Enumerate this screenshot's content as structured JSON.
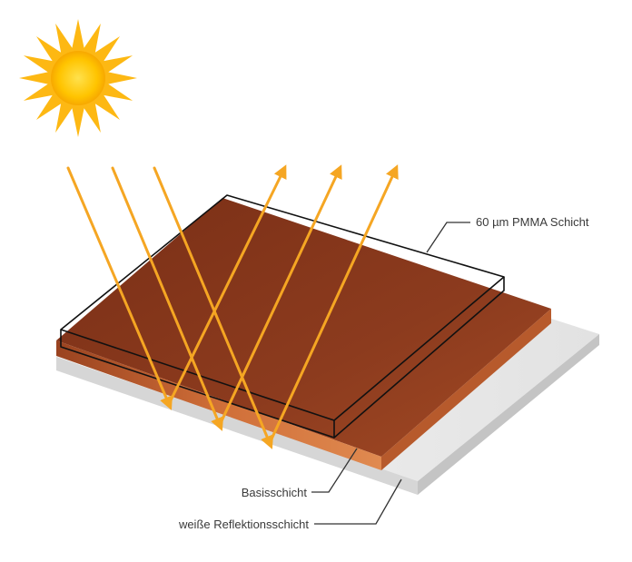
{
  "labels": {
    "pmma_layer": "60 µm PMMA Schicht",
    "base_layer": "Basisschicht",
    "reflection_layer": "weiße Reflektionsschicht"
  },
  "colors": {
    "sun_core": "#FFC000",
    "sun_rays": "#FDB813",
    "light_arrow": "#F5A623",
    "copper_top": "#8B3A1E",
    "copper_edge": "#D2733C",
    "white_layer": "#ECECEC",
    "pmma_outline": "#111111",
    "leader_line": "#333333"
  },
  "icons": {
    "sun": "sun-icon"
  }
}
